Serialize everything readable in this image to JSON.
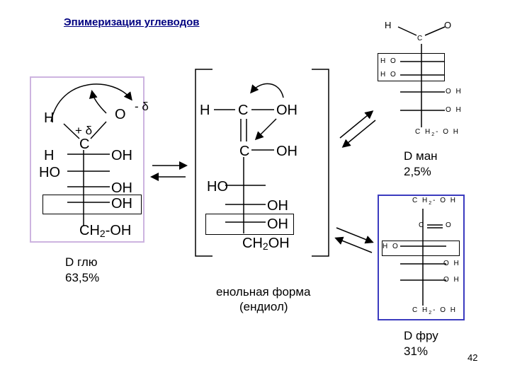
{
  "title": "Эпимеризация углеводов",
  "page_number": "42",
  "glucose": {
    "h1": "H",
    "o": "O",
    "delta_minus": "- δ",
    "delta_plus": "+ δ",
    "c": "C",
    "h2": "H",
    "oh_r2": "OH",
    "ho_l3": "HO",
    "oh_r4": "OH",
    "oh_r5": "OH",
    "ch2oh": "CH",
    "ch2oh_sub": "2",
    "ch2oh_tail": "-OH",
    "name": "D глю",
    "percent": "63,5%"
  },
  "enol": {
    "h": "H",
    "c1": "C",
    "oh1": "OH",
    "c2": "C",
    "oh2": "OH",
    "ho3": "HO",
    "oh4": "OH",
    "oh5": "OH",
    "ch2oh": "CH",
    "ch2oh_sub": "2",
    "ch2oh_tail": "OH",
    "caption1": "енольная форма",
    "caption2": "(ендиол)"
  },
  "mannose": {
    "h": "H",
    "o": "O",
    "c": "C",
    "ho2": "H O",
    "ho3": "H O",
    "oh4": "O H",
    "oh5": "O H",
    "ch2oh": "C H",
    "ch2oh_sub": "2",
    "ch2oh_tail": "- O H",
    "name": "D ман",
    "percent": "2,5%"
  },
  "fructose": {
    "ch2oh_top": "C H",
    "ch2oh_top_sub": "2",
    "ch2oh_top_tail": "- O H",
    "c": "C",
    "o": "O",
    "ho3": "H O",
    "oh4": "O H",
    "oh5": "O H",
    "ch2oh_bot": "C H",
    "ch2oh_bot_sub": "2",
    "ch2oh_bot_tail": "- O H",
    "name": "D фру",
    "percent": "31%"
  },
  "colors": {
    "glucose_box": "#cdb4e0",
    "fructose_box": "#3b3bbf",
    "title": "#000080",
    "lines": "#000000"
  }
}
